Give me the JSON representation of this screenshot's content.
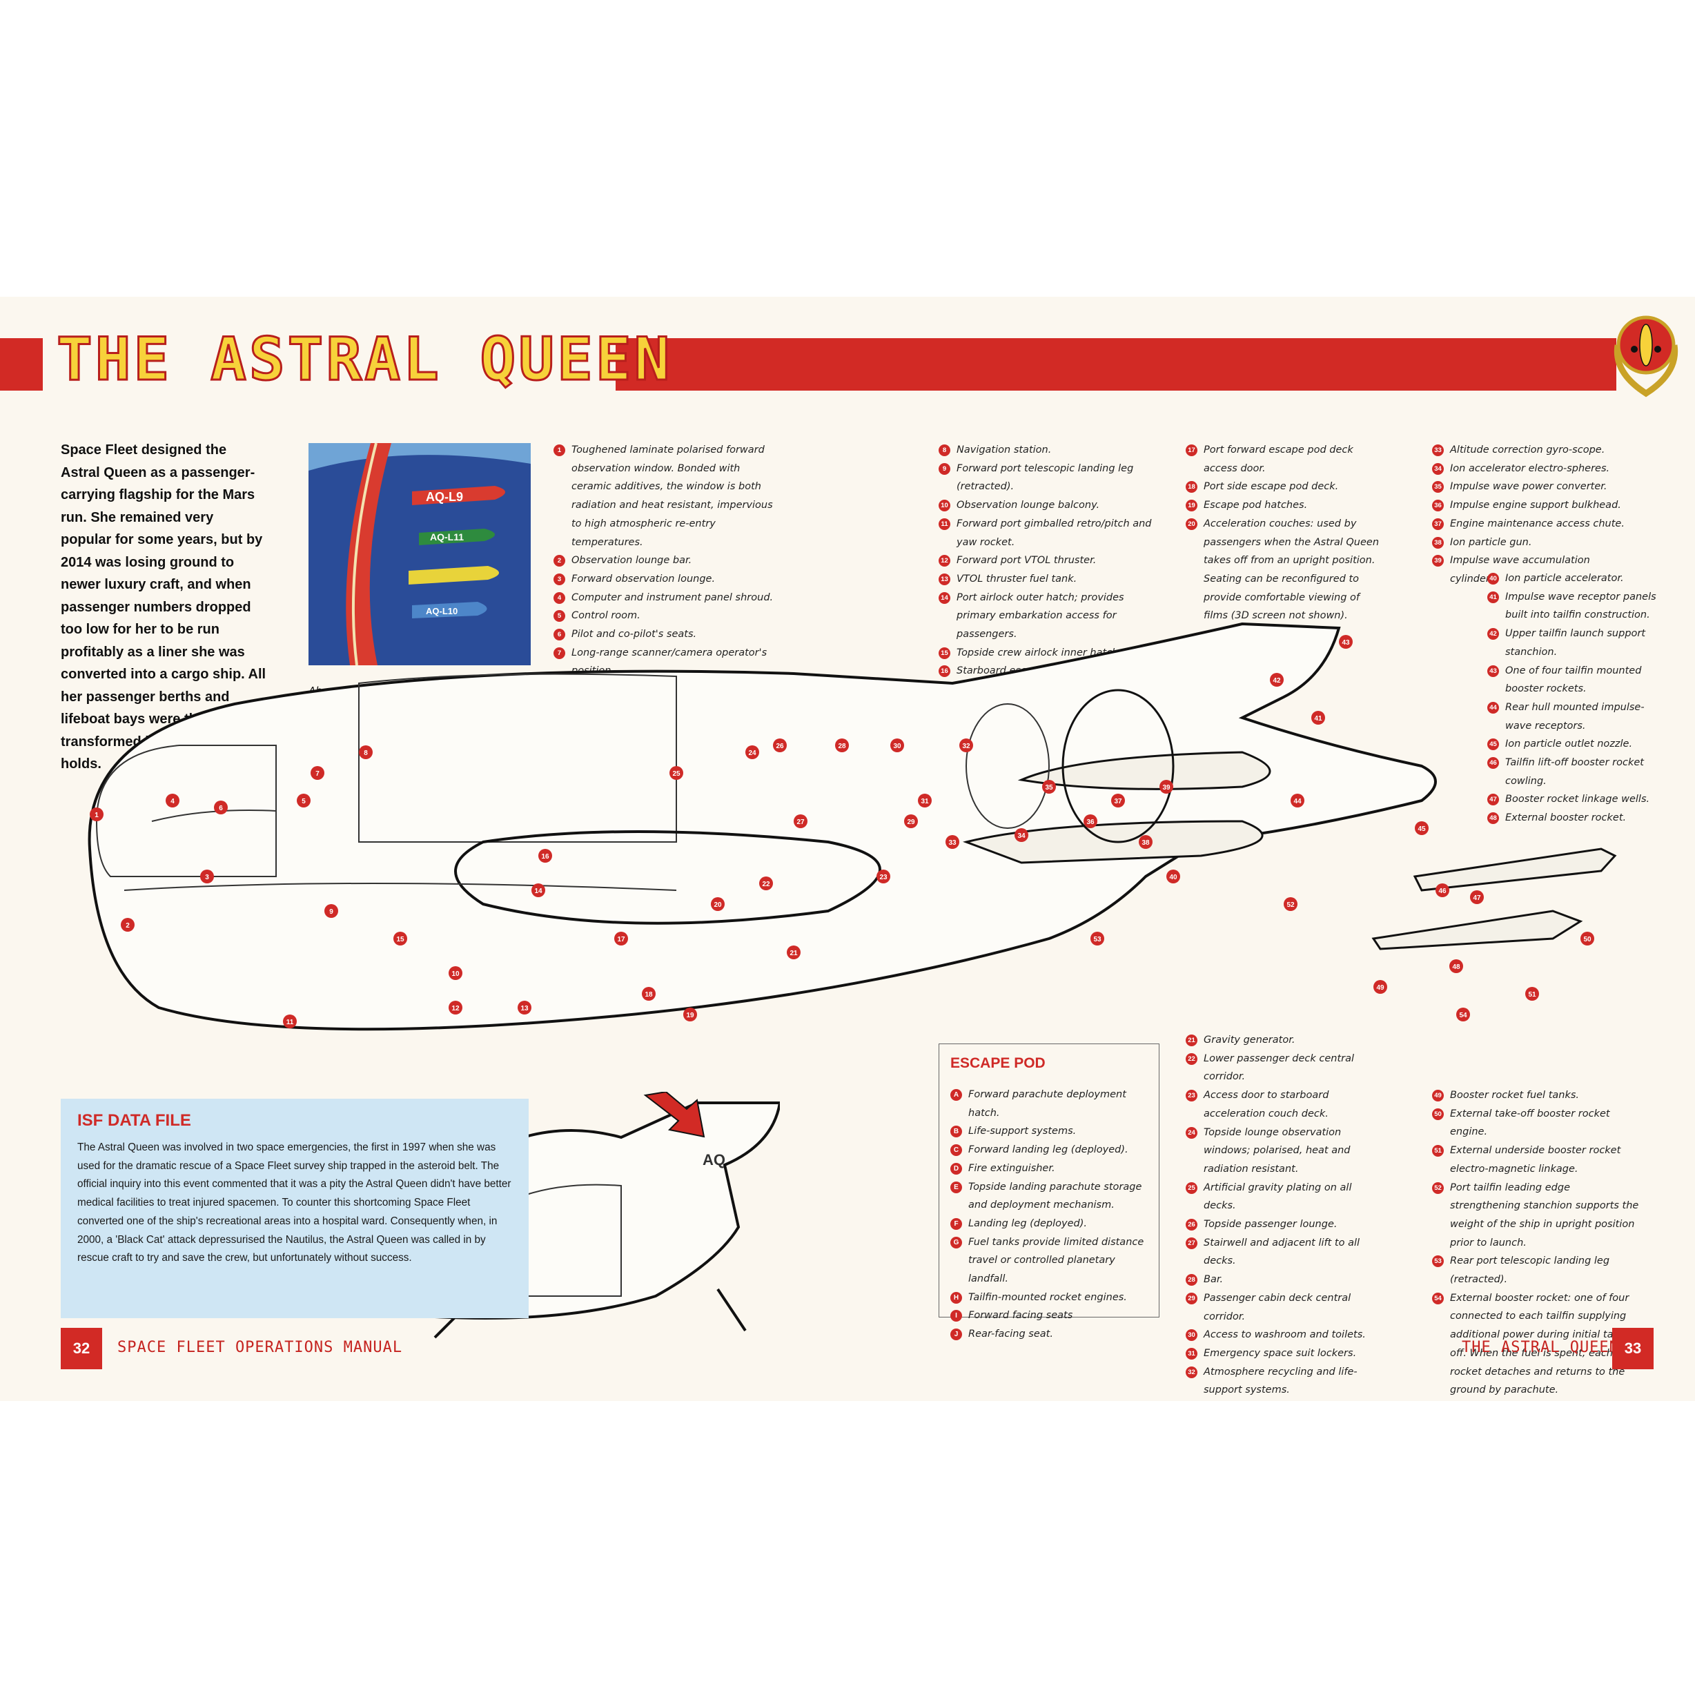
{
  "title": "THE ASTRAL QUEEN",
  "intro": "Space Fleet designed the Astral Queen as a passenger-carrying flagship for the Mars run. She remained very popular for some years, but by 2014 was losing ground to newer luxury craft, and when passenger numbers dropped too low for her to be run profitably as a liner she was converted into a cargo ship. All her passenger berths and lifeboat bays were then transformed into extra freight holds.",
  "photo": {
    "caption": "Above: Lifeboats leaving the Astral Queen.",
    "lifeboat_labels": [
      "AQ-L9",
      "AQ-L11",
      "AQ-L10"
    ]
  },
  "legend_col_a": [
    {
      "n": "1",
      "text": "Toughened laminate polarised forward observation window. Bonded with ceramic additives, the window is both radiation and heat resistant, impervious to high atmospheric re-entry temperatures."
    },
    {
      "n": "2",
      "text": "Observation lounge bar."
    },
    {
      "n": "3",
      "text": "Forward observation lounge."
    },
    {
      "n": "4",
      "text": "Computer and instrument panel shroud."
    },
    {
      "n": "5",
      "text": "Control room."
    },
    {
      "n": "6",
      "text": "Pilot and co-pilot's seats."
    },
    {
      "n": "7",
      "text": "Long-range scanner/camera operator's position."
    }
  ],
  "legend_col_b": [
    {
      "n": "8",
      "text": "Navigation station."
    },
    {
      "n": "9",
      "text": "Forward port telescopic landing leg (retracted)."
    },
    {
      "n": "10",
      "text": "Observation lounge balcony."
    },
    {
      "n": "11",
      "text": "Forward port gimballed retro/pitch and yaw rocket."
    },
    {
      "n": "12",
      "text": "Forward port VTOL thruster."
    },
    {
      "n": "13",
      "text": "VTOL thruster fuel tank."
    },
    {
      "n": "14",
      "text": "Port airlock outer hatch; provides primary embarkation access for passengers."
    },
    {
      "n": "15",
      "text": "Topside crew airlock inner hatch."
    },
    {
      "n": "16",
      "text": "Starboard escape pods."
    }
  ],
  "legend_col_c": [
    {
      "n": "17",
      "text": "Port forward escape pod deck access door."
    },
    {
      "n": "18",
      "text": "Port side escape pod deck."
    },
    {
      "n": "19",
      "text": "Escape pod hatches."
    },
    {
      "n": "20",
      "text": "Acceleration couches: used by passengers when the Astral Queen takes off from an upright position. Seating can be reconfigured to provide comfortable viewing of films (3D screen not shown)."
    }
  ],
  "legend_col_d1": [
    {
      "n": "33",
      "text": "Altitude correction gyro-scope."
    },
    {
      "n": "34",
      "text": "Ion accelerator electro-spheres."
    },
    {
      "n": "35",
      "text": "Impulse wave power converter."
    },
    {
      "n": "36",
      "text": "Impulse engine support bulkhead."
    },
    {
      "n": "37",
      "text": "Engine maintenance access chute."
    },
    {
      "n": "38",
      "text": "Ion particle gun."
    },
    {
      "n": "39",
      "text": "Impulse wave accumulation cylinders."
    }
  ],
  "legend_col_d2": [
    {
      "n": "40",
      "text": "Ion particle accelerator."
    },
    {
      "n": "41",
      "text": "Impulse wave receptor panels built into tailfin construction."
    },
    {
      "n": "42",
      "text": "Upper tailfin launch support stanchion."
    },
    {
      "n": "43",
      "text": "One of four tailfin mounted booster rockets."
    },
    {
      "n": "44",
      "text": "Rear hull mounted impulse-wave receptors."
    },
    {
      "n": "45",
      "text": "Ion particle outlet nozzle."
    },
    {
      "n": "46",
      "text": "Tailfin lift-off booster rocket cowling."
    },
    {
      "n": "47",
      "text": "Booster rocket linkage wells."
    },
    {
      "n": "48",
      "text": "External booster rocket."
    }
  ],
  "legend_col_e": [
    {
      "n": "21",
      "text": "Gravity generator."
    },
    {
      "n": "22",
      "text": "Lower passenger deck central corridor."
    },
    {
      "n": "23",
      "text": "Access door to starboard acceleration couch deck."
    },
    {
      "n": "24",
      "text": "Topside lounge observation windows; polarised, heat and radiation resistant."
    },
    {
      "n": "25",
      "text": "Artificial gravity plating on all decks."
    },
    {
      "n": "26",
      "text": "Topside passenger lounge."
    },
    {
      "n": "27",
      "text": "Stairwell and adjacent lift to all decks."
    },
    {
      "n": "28",
      "text": "Bar."
    },
    {
      "n": "29",
      "text": "Passenger cabin deck central corridor."
    },
    {
      "n": "30",
      "text": "Access to washroom and toilets."
    },
    {
      "n": "31",
      "text": "Emergency space suit lockers."
    },
    {
      "n": "32",
      "text": "Atmosphere recycling and life-support systems."
    }
  ],
  "legend_col_f": [
    {
      "n": "49",
      "text": "Booster rocket fuel tanks."
    },
    {
      "n": "50",
      "text": "External take-off booster rocket engine."
    },
    {
      "n": "51",
      "text": "External underside booster rocket electro-magnetic linkage."
    },
    {
      "n": "52",
      "text": "Port tailfin leading edge strengthening stanchion supports the weight of the ship in upright position prior to launch."
    },
    {
      "n": "53",
      "text": "Rear port telescopic landing leg (retracted)."
    },
    {
      "n": "54",
      "text": "External booster rocket: one of four connected to each tailfin supplying additional power during initial take-off. When the fuel is spent, each rocket detaches and returns to the ground by parachute."
    }
  ],
  "cutaway_callouts": [
    "1",
    "2",
    "3",
    "4",
    "5",
    "6",
    "7",
    "8",
    "9",
    "10",
    "11",
    "12",
    "13",
    "14",
    "15",
    "16",
    "17",
    "18",
    "19",
    "20",
    "21",
    "22",
    "23",
    "24",
    "25",
    "26",
    "27",
    "28",
    "29",
    "30",
    "31",
    "32",
    "33",
    "34",
    "35",
    "36",
    "37",
    "38",
    "39",
    "40",
    "41",
    "42",
    "43",
    "44",
    "45",
    "46",
    "47",
    "48",
    "49",
    "50",
    "51",
    "52",
    "53",
    "54"
  ],
  "escape_pod": {
    "title": "ESCAPE POD",
    "items": [
      {
        "n": "A",
        "text": "Forward parachute deployment hatch."
      },
      {
        "n": "B",
        "text": "Life-support systems."
      },
      {
        "n": "C",
        "text": "Forward landing leg (deployed)."
      },
      {
        "n": "D",
        "text": "Fire extinguisher."
      },
      {
        "n": "E",
        "text": "Topside landing parachute storage and deployment mechanism."
      },
      {
        "n": "F",
        "text": "Landing leg (deployed)."
      },
      {
        "n": "G",
        "text": "Fuel tanks provide limited distance travel or controlled planetary landfall."
      },
      {
        "n": "H",
        "text": "Tailfin-mounted rocket engines."
      },
      {
        "n": "I",
        "text": "Forward facing seats"
      },
      {
        "n": "J",
        "text": "Rear-facing seat."
      }
    ],
    "pod_markings": [
      "AQ"
    ]
  },
  "isf": {
    "title": "ISF DATA FILE",
    "text": "The Astral Queen was involved in two space emergencies, the first in 1997 when she was used for the dramatic rescue of a Space Fleet survey ship trapped in the asteroid belt. The official inquiry into this event commented that it was a pity the Astral Queen didn't have better medical facilities to treat injured spacemen. To counter this shortcoming Space Fleet converted one of the ship's recreational areas into a hospital ward. Consequently when, in 2000, a 'Black Cat' attack depressurised the Nautilus, the Astral Queen was called in by rescue craft to try and save the crew, but unfortunately without success."
  },
  "footer": {
    "left_page": "32",
    "left_text": "SPACE FLEET OPERATIONS MANUAL",
    "right_text": "THE ASTRAL QUEEN",
    "right_page": "33"
  },
  "colors": {
    "accent_red": "#d22a25",
    "title_yellow": "#f7d23a",
    "info_blue": "#cfe6f4",
    "paper": "#fbf7ef"
  }
}
